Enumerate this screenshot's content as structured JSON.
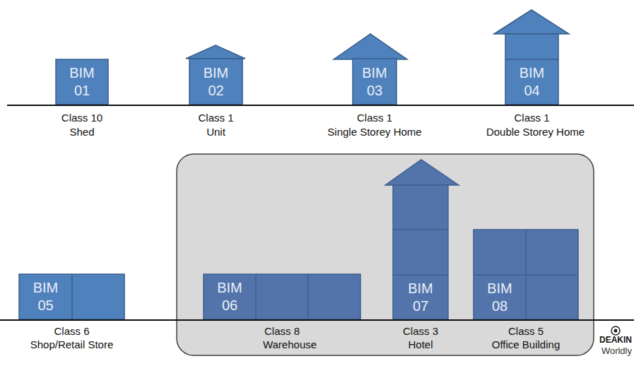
{
  "diagram": {
    "nodes": [
      {
        "text": [
          "BIM 01",
          "Class 10",
          "Shed"
        ]
      },
      {
        "text": [
          "BIM 02",
          "Class 1",
          "Unit"
        ]
      },
      {
        "text": [
          "BIM 03",
          "Class 1",
          "Single Storey Home"
        ]
      },
      {
        "text": [
          "BIM 04",
          "Class 1",
          "Double Storey Home"
        ]
      },
      {
        "text": [
          "BIM 05",
          "Class 6",
          "Shop/Retail Store"
        ]
      },
      {
        "text": [
          "BIM 06",
          "Class 8",
          "Warehouse"
        ]
      },
      {
        "text": [
          "BIM 07",
          "Class 3",
          "Hotel"
        ]
      },
      {
        "text": [
          "BIM 08",
          "Class 5",
          "Office Building"
        ]
      }
    ],
    "labels": [
      "DEAKIN",
      "Worldly"
    ]
  }
}
